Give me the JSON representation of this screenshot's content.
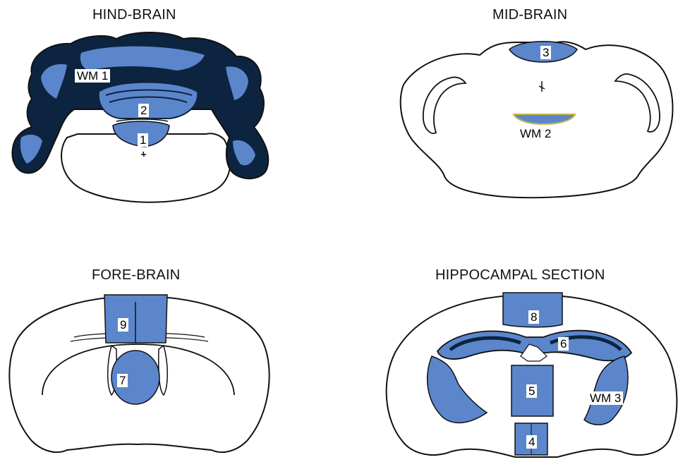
{
  "panels": {
    "hind": {
      "title": "HIND-BRAIN",
      "labels": {
        "wm1": "WM 1",
        "r1": "1",
        "r2": "2"
      }
    },
    "mid": {
      "title": "MID-BRAIN",
      "labels": {
        "r3": "3",
        "wm2": "WM 2"
      }
    },
    "fore": {
      "title": "FORE-BRAIN",
      "labels": {
        "r9": "9",
        "r7": "7"
      }
    },
    "hippo": {
      "title": "HIPPOCAMPAL SECTION",
      "labels": {
        "r8": "8",
        "r6": "6",
        "r5": "5",
        "wm3": "WM 3",
        "r4": "4"
      }
    }
  },
  "colors": {
    "roi_fill": "#5b86cc",
    "dark_fill": "#0d2440",
    "outline": "#111111",
    "wm2_band": "#c8b94a"
  }
}
